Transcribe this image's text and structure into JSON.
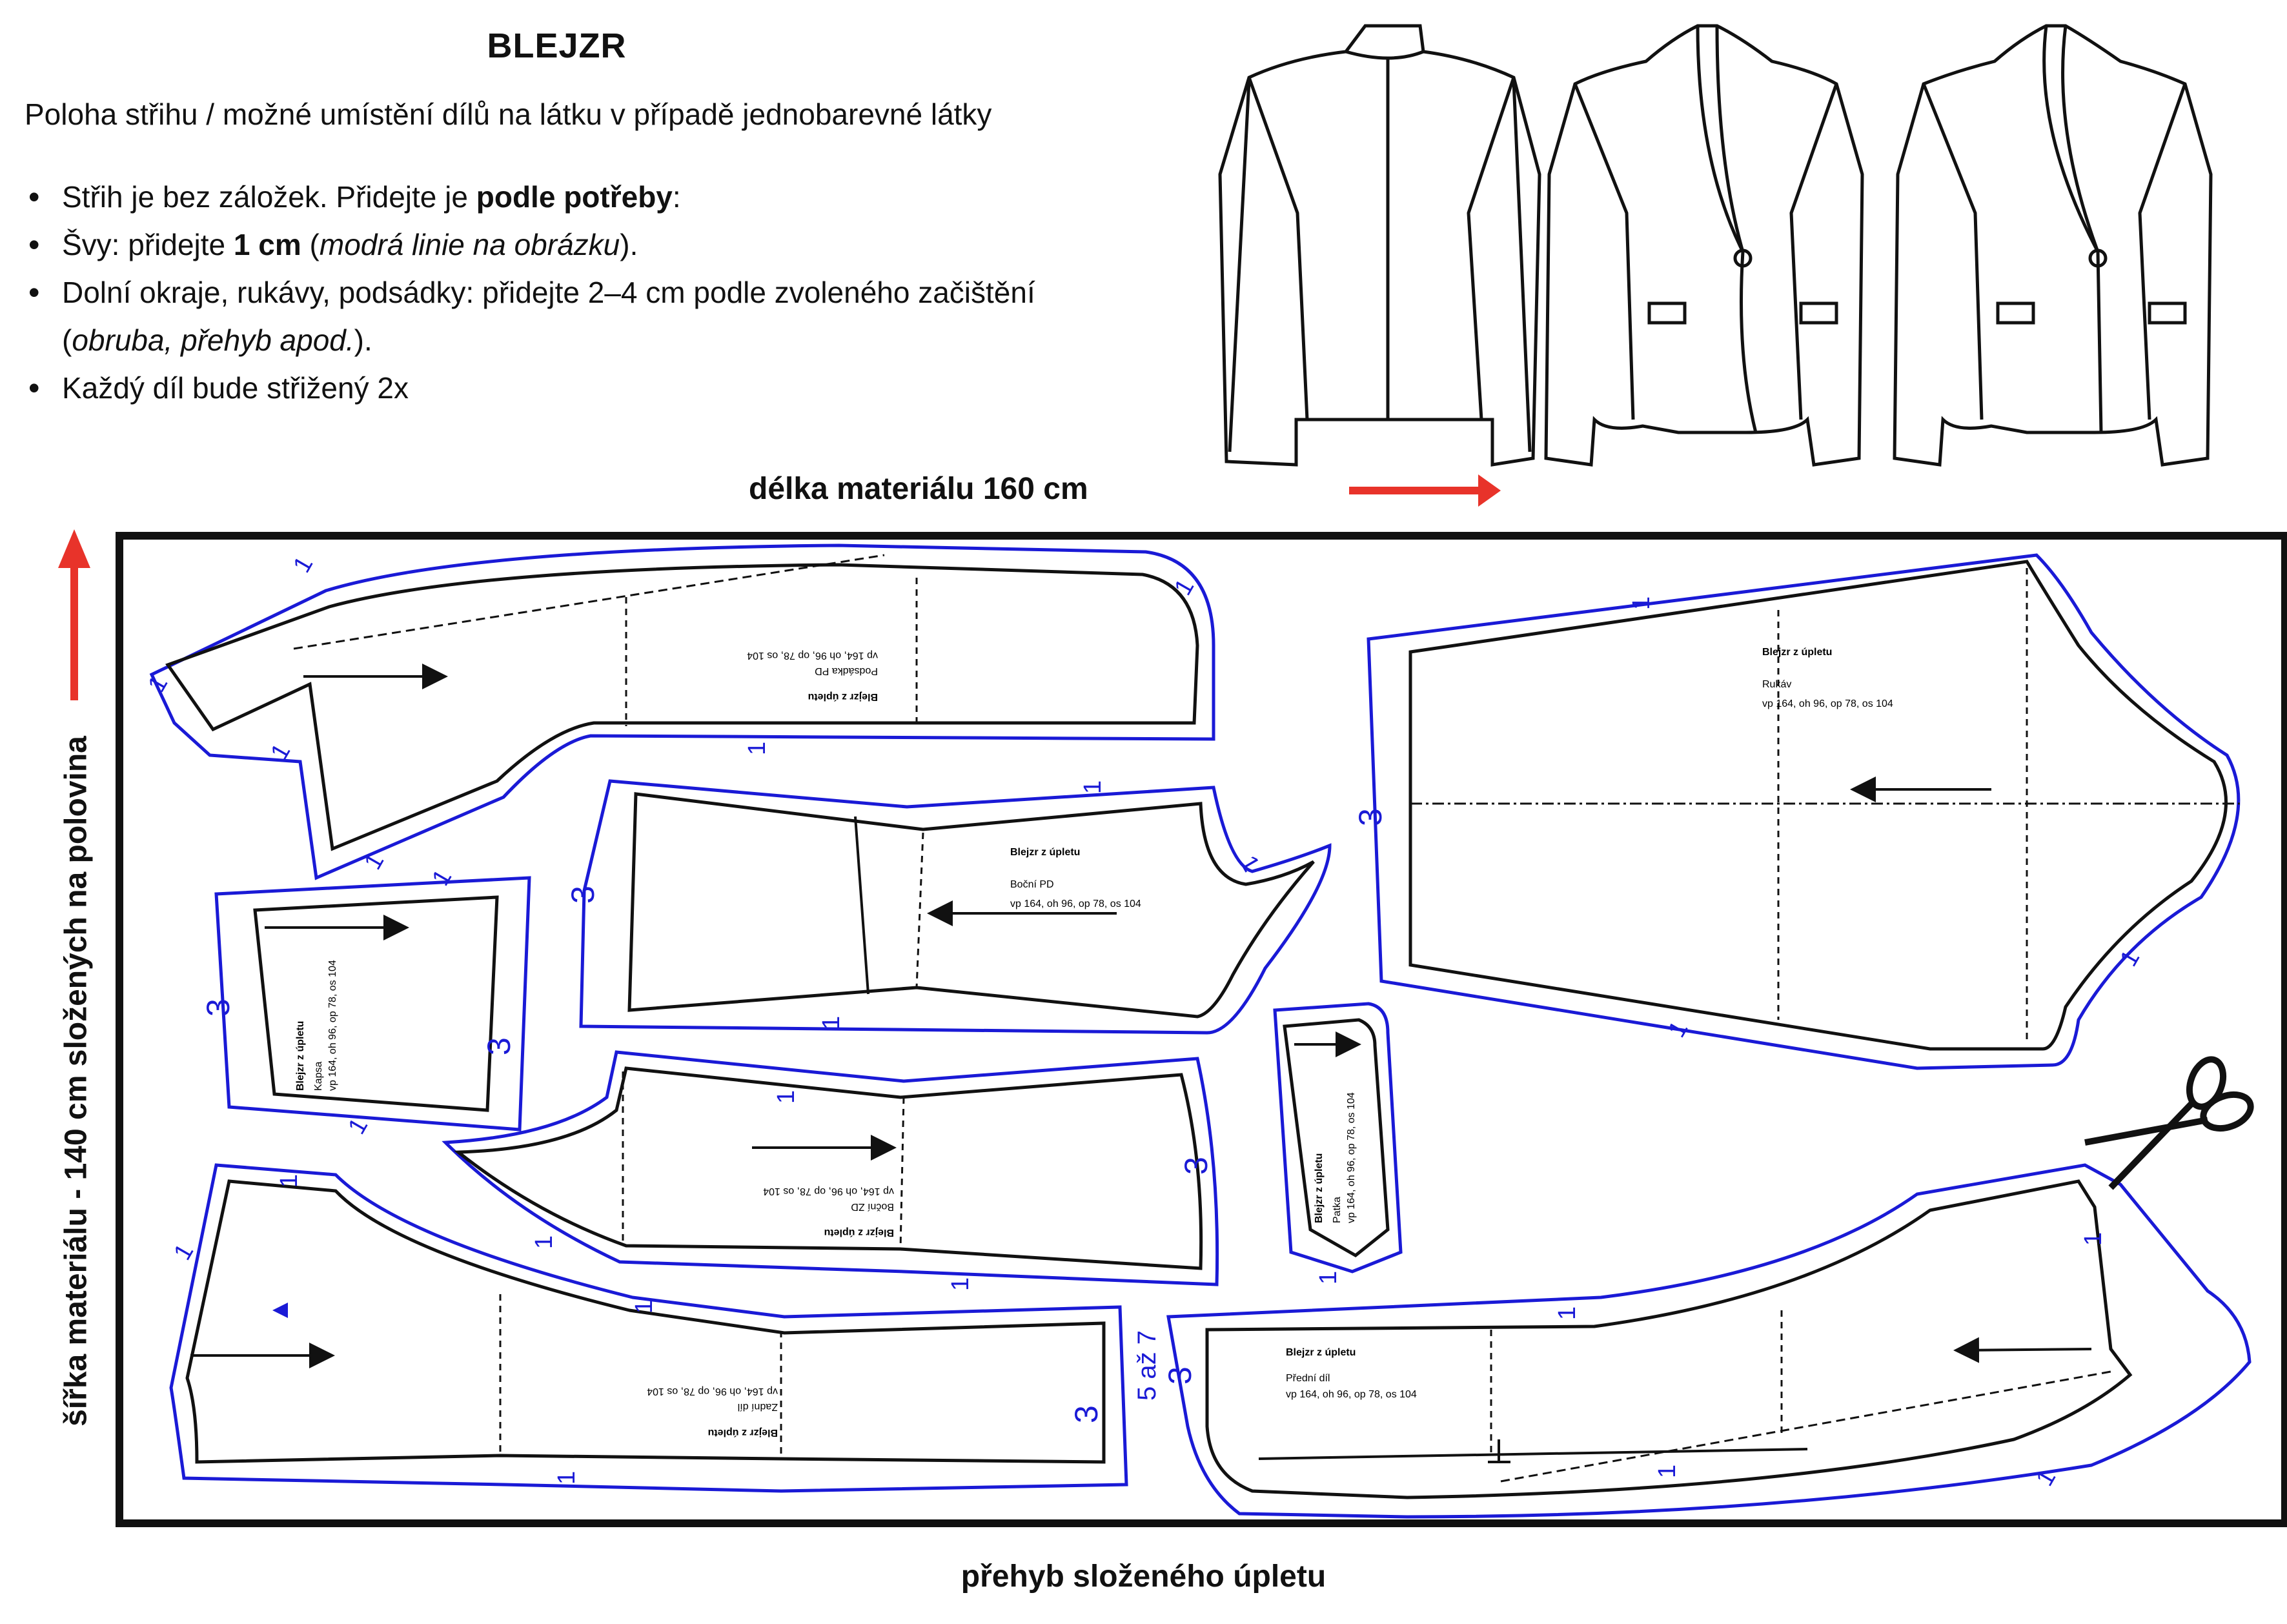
{
  "header": {
    "title": "BLEJZR",
    "subtitle": "Poloha střihu / možné umístění dílů na látku v případě jednobarevné látky"
  },
  "instructions": [
    {
      "pre": "Střih je bez záložek. Přidejte je ",
      "bold": "podle potřeby",
      "post": ":"
    },
    {
      "pre": "Švy: přidejte ",
      "bold": "1 cm",
      "post": " (",
      "italic": "modrá linie na obrázku",
      "post2": ")."
    },
    {
      "pre": "Dolní okraje, rukávy, podsádky: přidejte 2–4 cm podle zvoleného začištění (",
      "italic": "obruba, přehyb apod.",
      "post": ")."
    },
    {
      "pre": "Každý díl bude střižený 2x"
    }
  ],
  "layout_labels": {
    "length": "délka materiálu 160 cm",
    "width": "šířka materiálu  - 140 cm složených na polovina",
    "fold": "přehyb složeného úpletu"
  },
  "pieces": {
    "podsadka": {
      "title": "Blejzr z úpletu",
      "name": "Podsádka PD",
      "sizes": "vp 164, oh 96, op 78, os 104"
    },
    "bocni_pd": {
      "title": "Blejzr z úpletu",
      "name": "Boční PD",
      "sizes": "vp 164, oh 96, op 78, os 104"
    },
    "rukav": {
      "title": "Blejzr z úpletu",
      "name": "Rukáv",
      "sizes": "vp 164, oh 96, op 78, os 104"
    },
    "kapsa": {
      "title": "Blejzr z úpletu",
      "name": "Kapsa",
      "sizes": "vp 164, oh 96, op 78, os 104"
    },
    "bocni_zd": {
      "title": "Blejzr z úpletu",
      "name": "Boční ZD",
      "sizes": "vp 164, oh 96, op 78, os 104"
    },
    "patka": {
      "title": "Blejzr z úpletu",
      "name": "Patka",
      "sizes": "vp 164, oh 96, op 78, os 104"
    },
    "zadni_dil": {
      "title": "Blejzr z úpletu",
      "name": "Zadní díl",
      "sizes": "vp 164, oh 96, op 78, os 104"
    },
    "predni_dil": {
      "title": "Blejzr z úpletu",
      "name": "Přední díl",
      "sizes": "vp 164, oh 96, op 78, os 104"
    }
  },
  "allowance_marks": {
    "one": "1",
    "three": "3",
    "five_to_seven": "5 až 7"
  },
  "colors": {
    "seam_allowance": "#1a1ad6",
    "arrow": "#e8332a",
    "outline": "#111111"
  }
}
